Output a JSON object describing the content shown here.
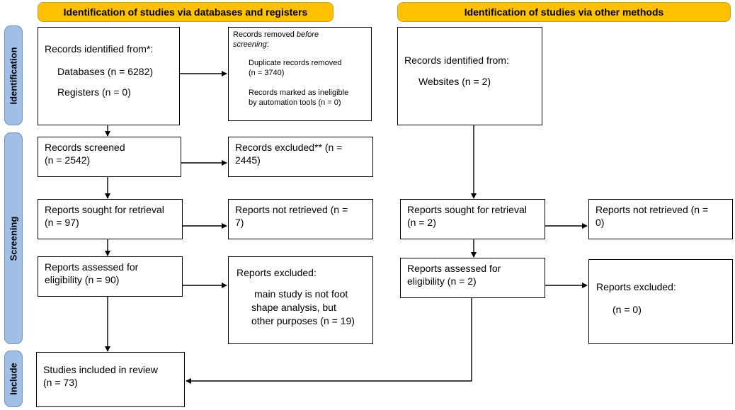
{
  "headers": {
    "left": "Identification of studies via databases and registers",
    "right": "Identification of studies via other methods"
  },
  "phases": {
    "identification": "Identification",
    "screening": "Screening",
    "include": "Include"
  },
  "left_column": {
    "identified": {
      "title": "Records identified from*:",
      "databases": "Databases (n = 6282)",
      "registers": "Registers (n = 0)"
    },
    "removed": {
      "title_prefix": "Records removed ",
      "title_italic": "before",
      "title_line2_italic": "screening",
      "title_line2_rest": ":",
      "dup_1": "Duplicate records removed",
      "dup_2": "(n = 3740)",
      "inel_1": "Records marked as ineligible",
      "inel_2": "by automation tools (n = 0)"
    },
    "screened": {
      "line1": "Records screened",
      "line2": "(n = 2542)"
    },
    "excluded": {
      "line1": "Records excluded** (n =",
      "line2": "2445)"
    },
    "sought": {
      "line1": "Reports sought for retrieval",
      "line2": "(n = 97)"
    },
    "not_retrieved": {
      "line1": "Reports not retrieved (n =",
      "line2": "7)"
    },
    "assessed": {
      "line1": "Reports assessed for",
      "line2": "eligibility  (n = 90)"
    },
    "reports_excluded": {
      "title": "Reports excluded:",
      "line1": "main study is not foot",
      "line2": "shape analysis, but",
      "line3": "other purposes (n = 19)"
    },
    "included": {
      "line1": "Studies included in review",
      "line2": "(n = 73)"
    }
  },
  "right_column": {
    "identified": {
      "title": "Records identified from:",
      "websites": "Websites (n = 2)"
    },
    "sought": {
      "line1": "Reports sought for retrieval",
      "line2": "(n = 2)"
    },
    "not_retrieved": {
      "line1": "Reports not retrieved (n =",
      "line2": "0)"
    },
    "assessed": {
      "line1": "Reports assessed for",
      "line2": "eligibility  (n = 2)"
    },
    "reports_excluded": {
      "title": "Reports excluded:",
      "count": "(n = 0)"
    }
  }
}
